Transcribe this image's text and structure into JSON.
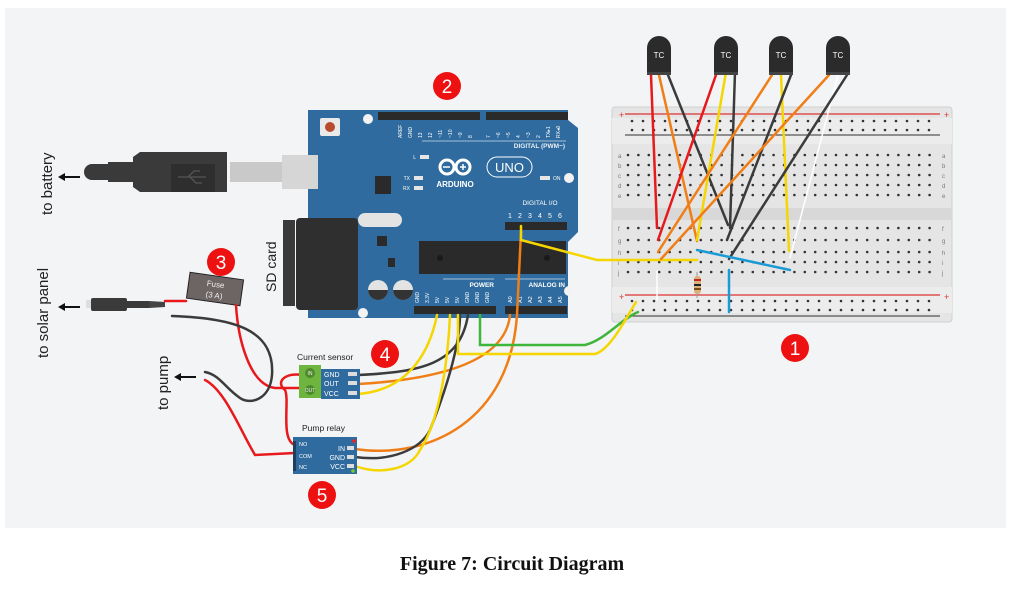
{
  "caption": "Figure 7: Circuit Diagram",
  "labels": {
    "to_battery": "to battery",
    "to_solar_panel": "to solar panel",
    "to_pump": "to pump",
    "sd_card": "SD card"
  },
  "callouts": [
    "1",
    "2",
    "3",
    "4",
    "5"
  ],
  "fuse": {
    "line1": "Fuse",
    "line2": "(3 A)"
  },
  "arduino": {
    "brand": "ARDUINO",
    "model": "UNO",
    "digital_header": "DIGITAL (PWM~)",
    "digital_io": "DIGITAL I/O",
    "digital_io_pins": [
      "1",
      "2",
      "3",
      "4",
      "5",
      "6"
    ],
    "top_pins": [
      "AREF",
      "GND",
      "13",
      "12",
      "~11",
      "~10",
      "~9",
      "8",
      "7",
      "~6",
      "~5",
      "4",
      "~3",
      "2",
      "TX▸1",
      "RX◂0"
    ],
    "power_label": "POWER",
    "analog_label": "ANALOG IN",
    "power_pins": [
      "GND",
      "3.3V",
      "5V",
      "5V",
      "5V",
      "GND",
      "GND",
      "GND"
    ],
    "analog_pins": [
      "A0",
      "A1",
      "A2",
      "A3",
      "A4",
      "A5"
    ],
    "leds": [
      "L",
      "TX",
      "RX",
      "ON"
    ]
  },
  "current_sensor": {
    "title": "Current sensor",
    "terminals": [
      "IN",
      "OUT"
    ],
    "pins": [
      "GND",
      "OUT",
      "VCC"
    ]
  },
  "pump_relay": {
    "title": "Pump relay",
    "left_pins": [
      "NO",
      "COM",
      "NC"
    ],
    "right_pins": [
      "IN",
      "GND",
      "VCC"
    ]
  },
  "sensors": [
    "TC",
    "TC",
    "TC",
    "TC"
  ],
  "breadboard": {
    "row_letters_top": [
      "a",
      "b",
      "c",
      "d",
      "e"
    ],
    "row_letters_bottom": [
      "f",
      "g",
      "h",
      "i",
      "j"
    ],
    "plus": "+",
    "minus": "−"
  },
  "colors": {
    "callout": "#ee1111",
    "arduino_board": "#2f6b9e",
    "wire_red": "#e8191c",
    "wire_black": "#3b3b3b",
    "wire_yellow": "#f5d600",
    "wire_orange": "#f07e16",
    "wire_green": "#3fb53a",
    "wire_blue": "#1a9bd6",
    "wire_white": "#ffffff"
  }
}
